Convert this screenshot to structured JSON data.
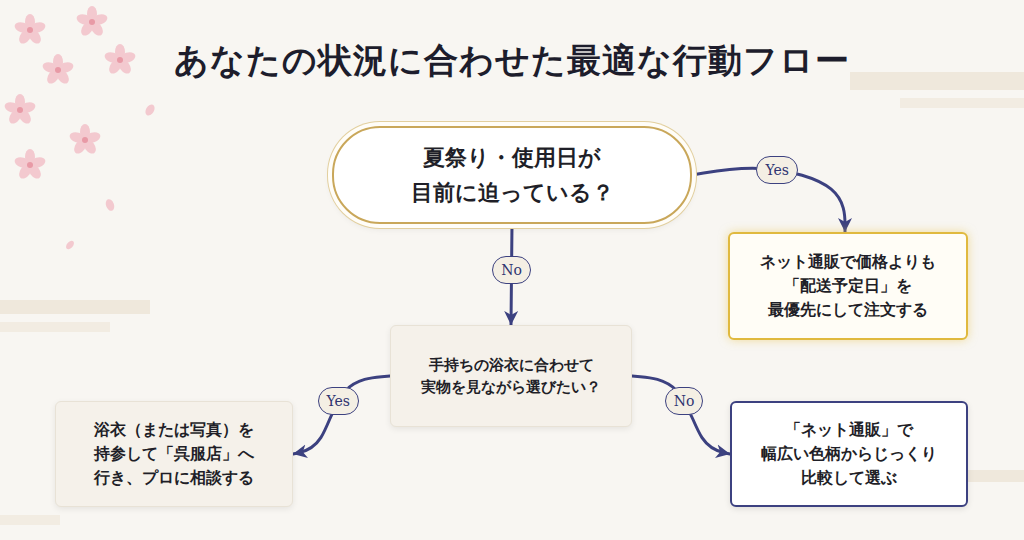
{
  "diagram": {
    "title": "あなたの状況に合わせた最適な行動フロー",
    "nodes": [
      {
        "text": [
          "夏祭り・使用日が 目前に迫っている？"
        ]
      },
      {
        "text": [
          "ネット通販で価格よりも 「配送予定日」を 最優先にして注文する"
        ]
      },
      {
        "text": [
          "手持ちの浴衣に合わせて 実物を見ながら選びたい？"
        ]
      },
      {
        "text": [
          "浴衣（または写真）を 持参して「呉服店」へ 行き、プロに相談する"
        ]
      },
      {
        "text": [
          "「ネット通販」で 幅広い色柄からじっくり 比較して選ぶ"
        ]
      }
    ],
    "edges": [
      {
        "from": 0,
        "to": 1,
        "label": "Yes",
        "arrow": "to"
      },
      {
        "from": 0,
        "to": 2,
        "label": "No",
        "arrow": "to"
      },
      {
        "from": 2,
        "to": 3,
        "label": "Yes",
        "arrow": "to"
      },
      {
        "from": 2,
        "to": 4,
        "label": "No",
        "arrow": "to"
      }
    ]
  }
}
